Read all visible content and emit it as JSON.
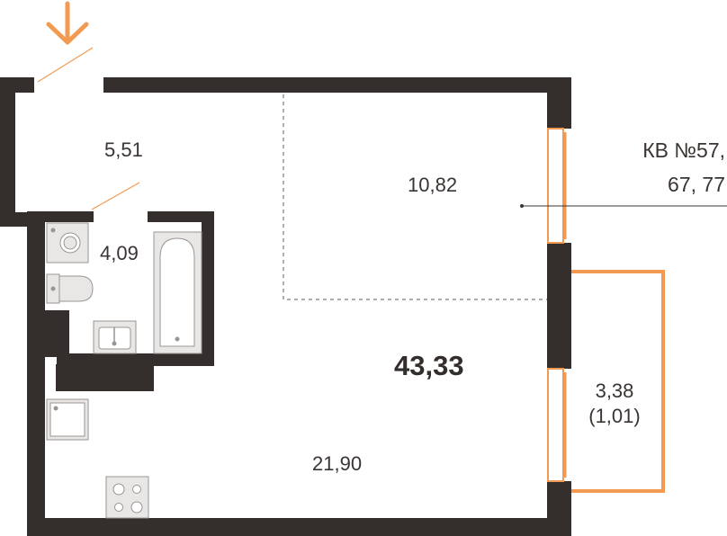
{
  "apartment": {
    "label_line1": "КВ №57,",
    "label_line2": "67, 77"
  },
  "total_area": "43,33",
  "rooms": {
    "hall": "5,51",
    "bathroom": "4,09",
    "bedroom_zone": "10,82",
    "living": "21,90",
    "balcony_area": "3,38",
    "balcony_coef": "(1,01)"
  },
  "colors": {
    "wall": "#342e2c",
    "accent": "#f29a52",
    "fixture": "#e9e7e6",
    "fixture_stroke": "#9a9492",
    "dashed": "#7d7776"
  },
  "icons": [
    "entrance-arrow-icon",
    "washing-machine-icon",
    "toilet-icon",
    "sink-icon",
    "bathtub-icon",
    "shower-tray-icon",
    "cooktop-icon"
  ]
}
